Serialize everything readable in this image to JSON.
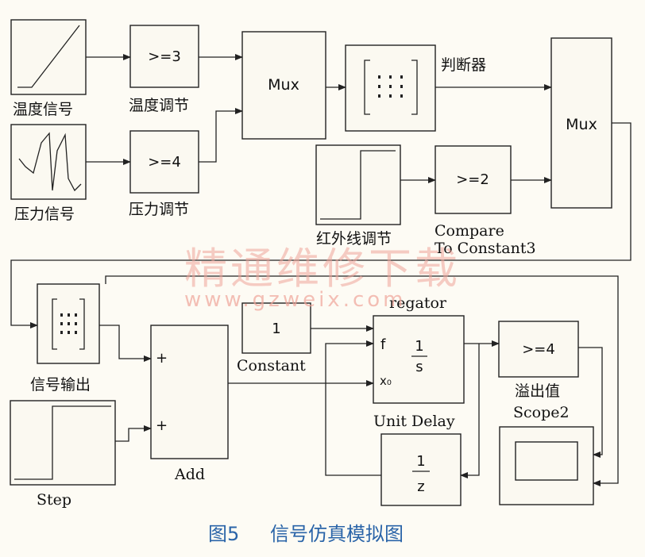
{
  "blocks": {
    "temp_signal": "温度信号",
    "temp_adjust": "温度调节",
    "temp_threshold": ">=3",
    "pressure_signal": "压力信号",
    "pressure_adjust": "压力调节",
    "pressure_threshold": ">=4",
    "mux1": "Mux",
    "mux2": "Mux",
    "judge": "判断器",
    "ir_adjust": "红外线调节",
    "compare_label_1": "Compare",
    "compare_label_2": "To Constant3",
    "compare_threshold": ">=2",
    "signal_output": "信号输出",
    "step": "Step",
    "add": "Add",
    "add_plus_1": "+",
    "add_plus_2": "+",
    "constant_value": "1",
    "constant": "Constant",
    "integrator": "regator",
    "int_f": "f",
    "int_x0": "x₀",
    "int_num": "1",
    "int_den": "s",
    "unit_delay": "Unit Delay",
    "delay_num": "1",
    "delay_den": "z",
    "overflow_threshold": ">=4",
    "overflow": "溢出值",
    "scope2": "Scope2"
  },
  "watermark": {
    "cn": "精通维修下载",
    "url": "www.gzweix.com"
  },
  "caption": {
    "fig": "图5",
    "title": "信号仿真模拟图"
  }
}
